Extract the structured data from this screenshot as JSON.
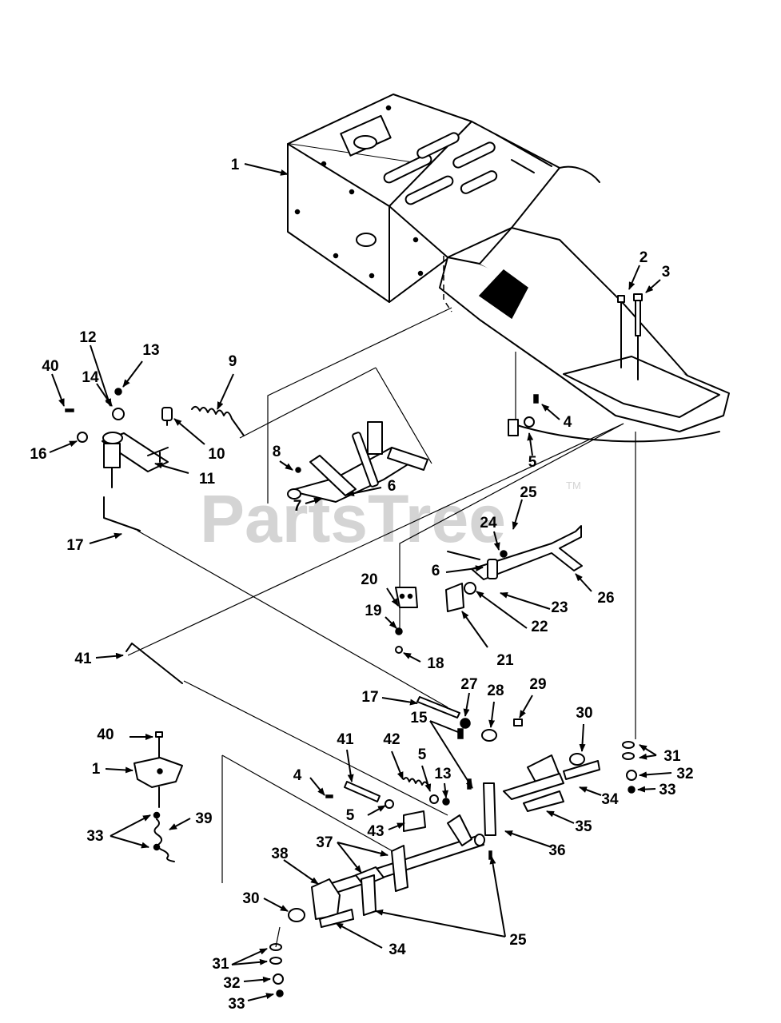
{
  "watermark": {
    "text": "PartsTree",
    "trademark": "TM"
  },
  "callouts": [
    "1",
    "2",
    "3",
    "4",
    "5",
    "6",
    "7",
    "8",
    "9",
    "10",
    "11",
    "12",
    "13",
    "14",
    "15",
    "16",
    "17",
    "18",
    "19",
    "20",
    "21",
    "22",
    "23",
    "24",
    "25",
    "26",
    "27",
    "28",
    "29",
    "30",
    "31",
    "32",
    "33",
    "34",
    "35",
    "36",
    "37",
    "38",
    "39",
    "40",
    "41",
    "42",
    "43"
  ],
  "colors": {
    "ink": "#000000",
    "background": "#ffffff",
    "watermark": "#d4d4d4"
  }
}
